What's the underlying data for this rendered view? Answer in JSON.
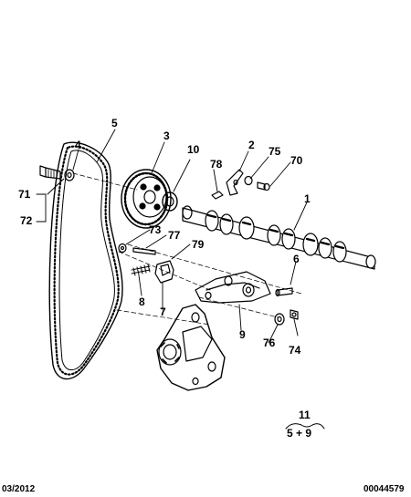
{
  "callouts": {
    "c1": "1",
    "c2": "2",
    "c3": "3",
    "c4": "4",
    "c5": "5",
    "c6": "6",
    "c7": "7",
    "c8": "8",
    "c9": "9",
    "c10": "10",
    "c70": "70",
    "c71": "71",
    "c72": "72",
    "c73": "73",
    "c74": "74",
    "c75": "75",
    "c76": "76",
    "c77": "77",
    "c78": "78",
    "c79": "79"
  },
  "kit": {
    "number": "11",
    "composition": "5 + 9"
  },
  "footer": {
    "date": "03/2012",
    "reference": "00044579"
  }
}
